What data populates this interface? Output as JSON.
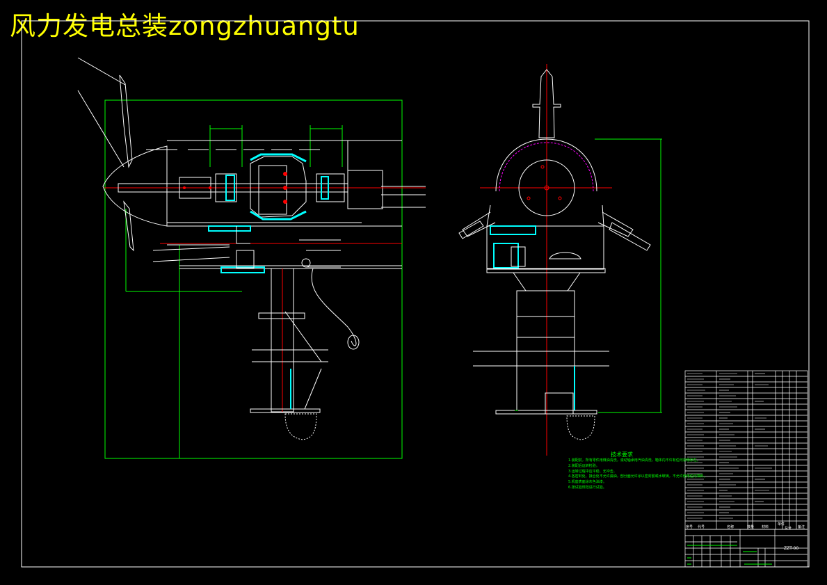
{
  "title": "风力发电总装zongzhuangtu",
  "colors": {
    "background": "#000000",
    "frame": "#ffffff",
    "title": "#ffff00",
    "dimension": "#00ff00",
    "centerline": "#ff0000",
    "section": "#00ffff",
    "hatch": "#ff00ff"
  },
  "parts_table": {
    "header": [
      "序号",
      "代号",
      "名称",
      "数量",
      "材料",
      "单件",
      "总计",
      "备注"
    ]
  },
  "technical_notes": {
    "heading": "技术要求",
    "lines": [
      "1.装配前，所有零件用煤油清洗，滚动轴承用汽油清洗，箱体内不许有任何杂物存在。",
      "2.装配后运转检验。",
      "3.运转过程中应平稳、无冲击。",
      "4.各密封处、接合处不允许漏油，剖分面允许涂以密封胶或水玻璃，不允许使用任何填料。",
      "5.机座表面涂灰色油漆。",
      "6.按试验规范进行试验。"
    ]
  },
  "title_block": {
    "drawing_code": "ZZT-00"
  }
}
